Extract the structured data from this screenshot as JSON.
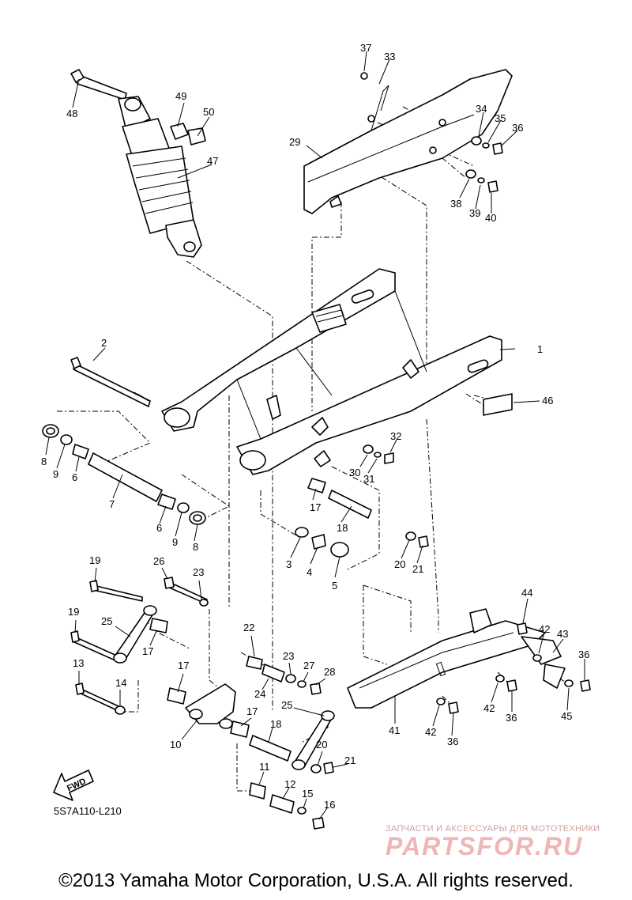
{
  "diagram": {
    "code": "5S7A110-L210",
    "fwd_label": "FWD",
    "copyright": "©2013 Yamaha Motor Corporation, U.S.A. All rights reserved.",
    "watermark_caption": "ЗАПЧАСТИ И АКСЕССУАРЫ ДЛЯ МОТОТЕХНИКИ",
    "watermark_brand": "PARTSFOR.RU",
    "callouts": [
      "1",
      "2",
      "3",
      "4",
      "5",
      "6",
      "6",
      "7",
      "8",
      "8",
      "9",
      "9",
      "10",
      "11",
      "12",
      "13",
      "14",
      "15",
      "16",
      "17",
      "17",
      "17",
      "17",
      "18",
      "18",
      "19",
      "19",
      "20",
      "20",
      "21",
      "21",
      "22",
      "23",
      "23",
      "24",
      "25",
      "25",
      "26",
      "27",
      "28",
      "29",
      "30",
      "31",
      "32",
      "33",
      "34",
      "35",
      "36",
      "36",
      "36",
      "36",
      "37",
      "38",
      "39",
      "40",
      "41",
      "42",
      "42",
      "42",
      "43",
      "44",
      "45",
      "46",
      "47",
      "48",
      "49",
      "50"
    ]
  }
}
